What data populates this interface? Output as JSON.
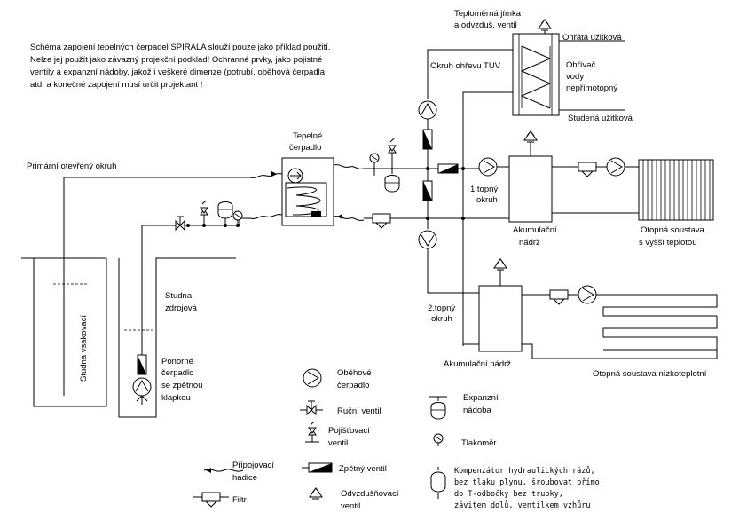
{
  "note_lines": [
    "Schéma zapojení tepelných čerpadel SPIRÁLA slouží pouze jako příklad použití.",
    "Nelze jej použít jako závazný projekční podklad! Ochranné prvky, jako pojistné",
    "ventily a expanzní nádoby, jakož i veškeré dimenze (potrubí, oběhová čerpadla",
    "atd. a konečné zapojení musí určit projektant !"
  ],
  "labels": {
    "teplomerna_1": "Teploměrná jímka",
    "teplomerna_2": "a odvzduš. ventil",
    "ohrata": "Ohřátá užitková",
    "ohrivac_1": "Ohřívač",
    "ohrivac_2": "vody",
    "ohrivac_3": "nepřímotopný",
    "studena": "Studená užitková",
    "okruh_tuv": "Okruh ohřevu TUV",
    "tc_1": "Tepelné",
    "tc_2": "čerpadlo",
    "primarni": "Primární otevřený okruh",
    "okruh1_1": "1.topný",
    "okruh1_2": "okruh",
    "akum1_1": "Akumulační",
    "akum1_2": "nádrž",
    "otopna_vt_1": "Otopná soustava",
    "otopna_vt_2": "s vyšší teplotou",
    "studna_zdr_1": "Studna",
    "studna_zdr_2": "zdrojová",
    "studna_vsak": "Studna vsakovací",
    "okruh2_1": "2.topný",
    "okruh2_2": "okruh",
    "akum2": "Akumulační nádrž",
    "otopna_nt": "Otopná soustava nízkoteplotní",
    "ponorne_1": "Ponorné",
    "ponorne_2": "čerpadlo",
    "ponorne_3": "se zpětnou",
    "ponorne_4": "klapkou"
  },
  "legend": {
    "obehove_1": "Oběhové",
    "obehove_2": "čerpadlo",
    "rucni": "Ruční ventil",
    "pojistny_1": "Pojišťovací",
    "pojistny_2": "ventil",
    "zpetny": "Zpětný ventil",
    "odvzd_1": "Odvzdušňovací",
    "odvzd_2": "ventil",
    "expanzni_1": "Expanzní",
    "expanzni_2": "nádoba",
    "tlakomer": "Tlakoměr",
    "pripojovaci_1": "Připojovací",
    "pripojovaci_2": "hadice",
    "filtr": "Filtr",
    "komp_1": "Kompenzátor hydraulických rázů,",
    "komp_2": "bez tlaku plynu, šroubovat přímo",
    "komp_3": "do T-odbočky bez trubky,",
    "komp_4": "závitem dolů, ventilkem vzhůru"
  }
}
